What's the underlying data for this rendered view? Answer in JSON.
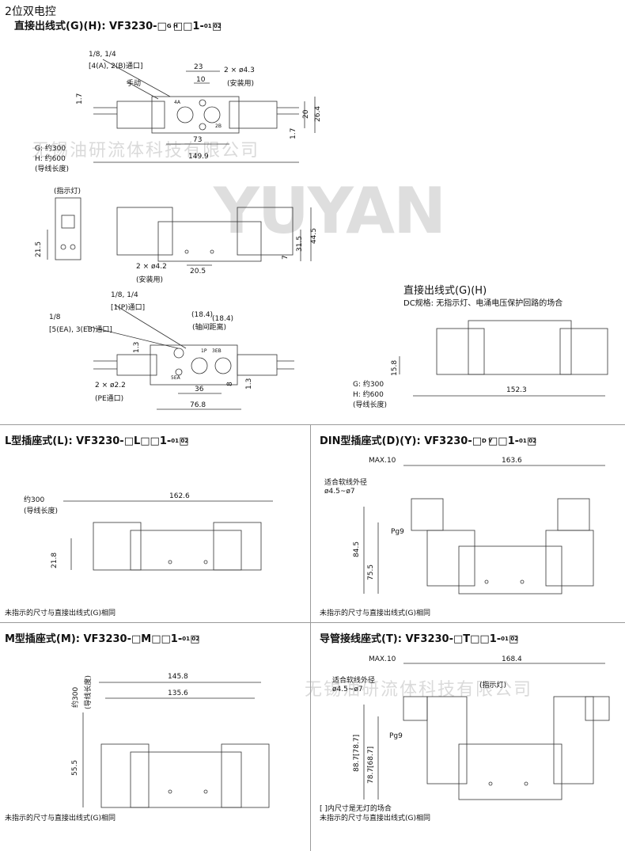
{
  "header": {
    "title": "2位双电控",
    "subtitle": "直接出线式(G)(H): VF3230-□",
    "subtitle_gh": "G H",
    "subtitle_mid": "□□1-",
    "subtitle_port": "01 02",
    "subtitle_end": "□"
  },
  "watermark": {
    "company_top": "无锡油研流体科技有限公司",
    "company_bottom": "无锡油研流体科技有限公司",
    "logo": "YUYAN"
  },
  "top_view": {
    "port_label_1": "1/8, 1/4",
    "port_label_2": "[4(A), 2(B)通口]",
    "manual": "手动",
    "d23": "23",
    "d10": "10",
    "hole": "2 × ø4.3",
    "hole_use": "(安装用)",
    "d17a": "1.7",
    "d20": "20",
    "d264": "26.4",
    "d73": "73",
    "d17b": "1.7",
    "d1499": "149.9",
    "lead_g": "G: 约300",
    "lead_h": "H: 约600",
    "lead_len": "(导线长度)",
    "p4a": "4A",
    "p2b": "2B"
  },
  "side_view": {
    "indicator": "(指示灯)",
    "d215": "21.5",
    "d315": "31.5",
    "d445": "44.5",
    "d7": "7",
    "hole": "2 × ø4.2",
    "hole_use": "(安装用)",
    "d205": "20.5"
  },
  "bottom_view": {
    "port1": "1/8, 1/4",
    "port1b": "[1(P)通口]",
    "port2": "1/8",
    "port2b": "[5(EA), 3(EB)通口]",
    "d184a": "(18.4)",
    "d184b": "(18.4)",
    "axis": "(轴间距离)",
    "d13a": "1.3",
    "d8": "8",
    "d13b": "1.3",
    "hole": "2 × ø2.2",
    "hole_use": "(PE通口)",
    "d36": "36",
    "d768": "76.8",
    "p1p": "1P",
    "p3eb": "3EB",
    "p5ea": "5EA"
  },
  "dc_view": {
    "title": "直接出线式(G)(H)",
    "desc": "DC规格: 无指示灯、电涌电压保护回路的场合",
    "d158": "15.8",
    "lead_g": "G: 约300",
    "lead_h": "H: 约600",
    "lead_len": "(导线长度)",
    "d1523": "152.3"
  },
  "l_section": {
    "title_a": "L型插座式(L): VF3230-□L□□1-",
    "port": "01 02",
    "title_b": "□",
    "lead": "约300",
    "lead_len": "(导线长度)",
    "d1626": "162.6",
    "d218": "21.8",
    "note": "未指示的尺寸与直接出线式(G)相同"
  },
  "din_section": {
    "title_a": "DIN型插座式(D)(Y): VF3230-□",
    "dy": "D Y",
    "title_b": "□□1-",
    "port": "01 02",
    "title_c": "□",
    "max": "MAX.10",
    "d1636": "163.6",
    "cable": "适合软线外径",
    "cable_d": "ø4.5~ø7",
    "pg9": "Pg9",
    "d845": "84.5",
    "d755": "75.5",
    "note": "未指示的尺寸与直接出线式(G)相同"
  },
  "m_section": {
    "title_a": "M型插座式(M): VF3230-□M□□1-",
    "port": "01 02",
    "title_b": "□",
    "lead": "约300",
    "lead_len": "(导线长度)",
    "d1458": "145.8",
    "d1356": "135.6",
    "d555": "55.5",
    "note": "未指示的尺寸与直接出线式(G)相同"
  },
  "t_section": {
    "title_a": "导管接线座式(T): VF3230-□T□□1-",
    "port": "01 02",
    "title_b": "□",
    "max": "MAX.10",
    "d1684": "168.4",
    "cable": "适合软线外径",
    "cable_d": "ø4.5~ø7",
    "indicator": "(指示灯)",
    "pg9": "Pg9",
    "d887": "88.7[78.7]",
    "d787": "78.7[68.7]",
    "note1": "[ ]内尺寸是无灯的场合",
    "note2": "未指示的尺寸与直接出线式(G)相同"
  }
}
